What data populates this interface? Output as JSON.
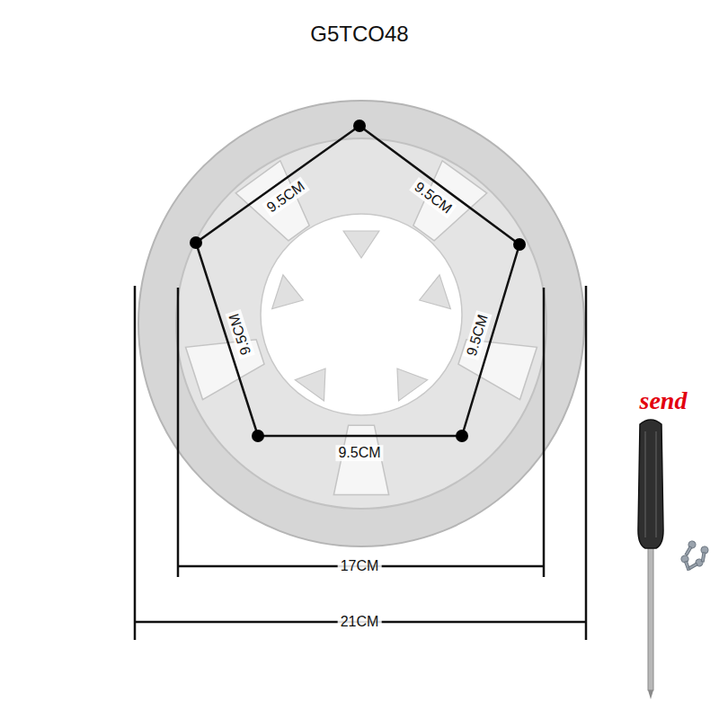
{
  "diagram": {
    "title": "G5TCO48",
    "labels": [
      "9.5CM",
      "9.5CM",
      "9.5CM",
      "9.5CM",
      "9.5CM",
      "send",
      "17CM",
      "21CM"
    ]
  }
}
